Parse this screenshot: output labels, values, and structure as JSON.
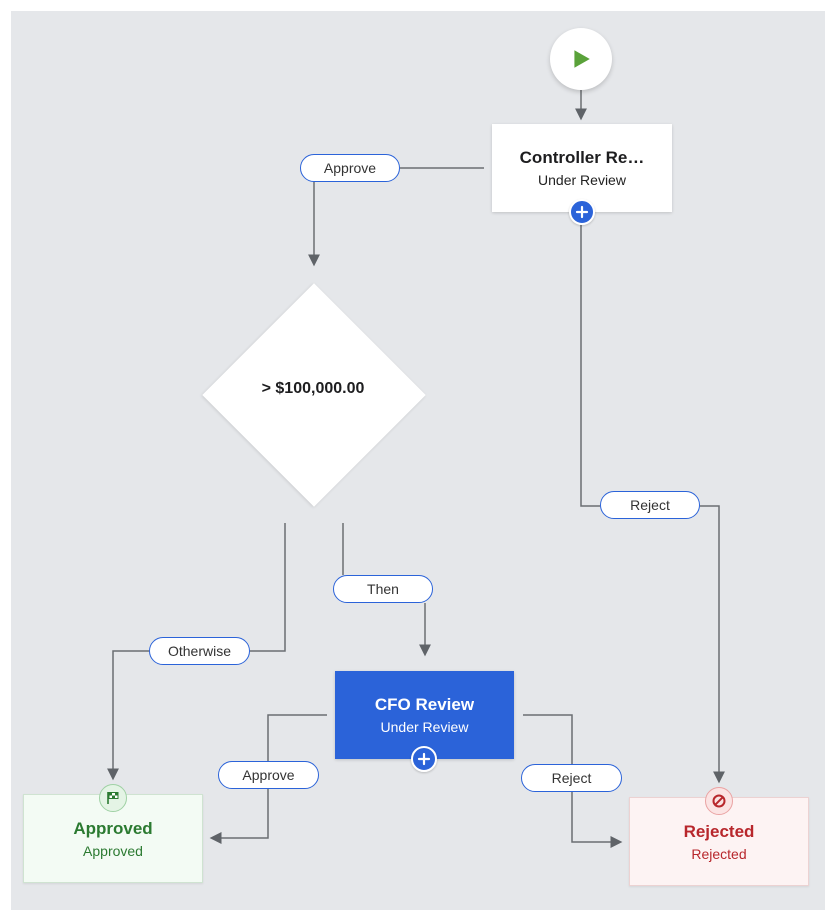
{
  "nodes": {
    "controller": {
      "title": "Controller Re…",
      "status": "Under Review"
    },
    "decision": {
      "label": "> $100,000.00"
    },
    "cfo": {
      "title": "CFO Review",
      "status": "Under Review"
    },
    "approved": {
      "title": "Approved",
      "status": "Approved"
    },
    "rejected": {
      "title": "Rejected",
      "status": "Rejected"
    }
  },
  "edges": {
    "controller_approve": "Approve",
    "controller_reject": "Reject",
    "decision_then": "Then",
    "decision_otherwise": "Otherwise",
    "cfo_approve": "Approve",
    "cfo_reject": "Reject"
  },
  "icons": {
    "start": "play-icon",
    "add": "plus-icon",
    "approved": "finish-flag-icon",
    "rejected": "prohibited-icon"
  },
  "colors": {
    "accent": "#2b63d9",
    "start": "#5aa23a",
    "approved": "#2b7a31",
    "rejected": "#b8272c",
    "wire": "#5f6368"
  }
}
